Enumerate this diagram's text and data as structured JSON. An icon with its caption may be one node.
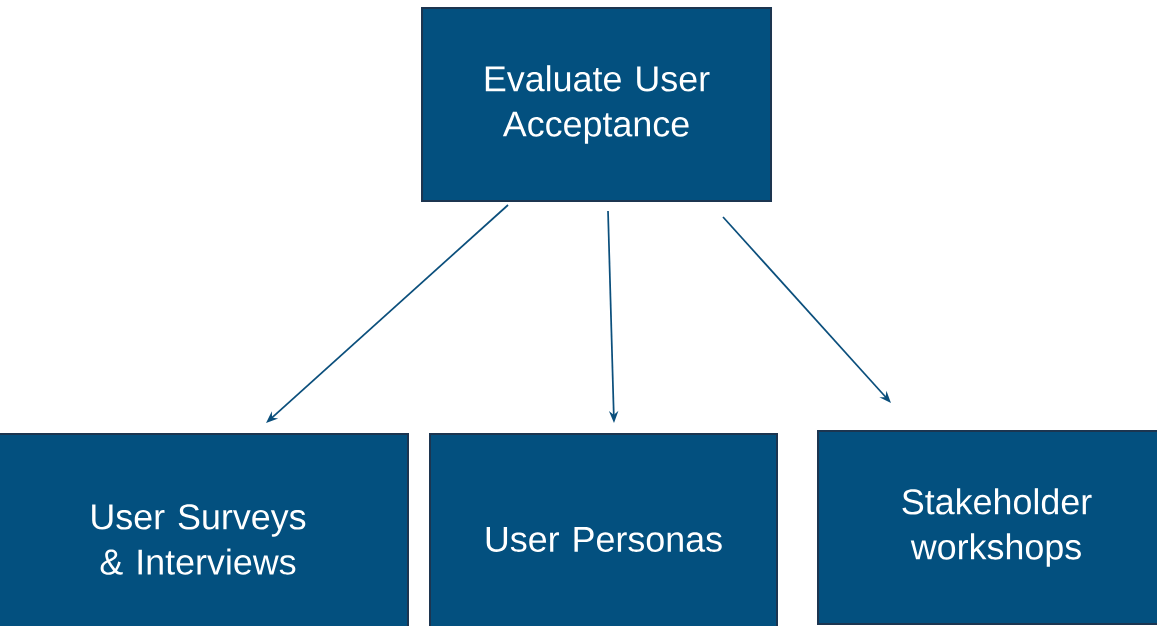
{
  "diagram": {
    "nodes": [
      {
        "text": [
          "Evaluate User Acceptance"
        ]
      },
      {
        "text": [
          "User Surveys & Interviews"
        ]
      },
      {
        "text": [
          "User Personas"
        ]
      },
      {
        "text": [
          "Stakeholder workshops"
        ]
      }
    ],
    "edges": [
      {
        "from": 0,
        "to": 1,
        "arrow": "to"
      },
      {
        "from": 0,
        "to": 2,
        "arrow": "to"
      },
      {
        "from": 0,
        "to": 3,
        "arrow": "to"
      }
    ]
  }
}
